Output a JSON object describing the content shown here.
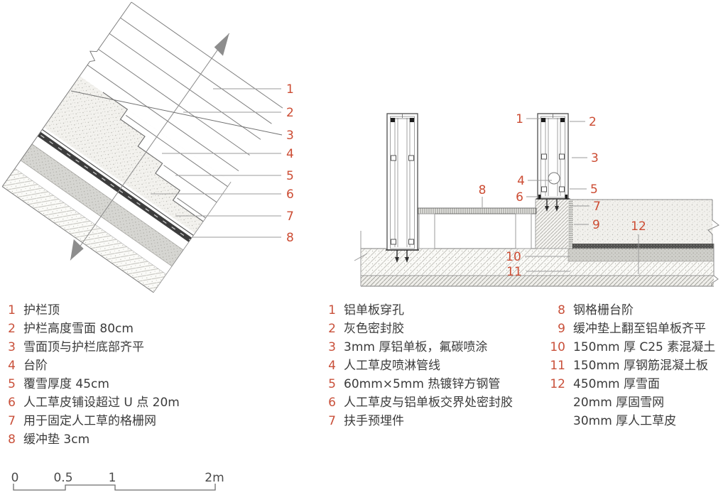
{
  "colors": {
    "accent": "#cc4c33",
    "drawing_line": "#8a8a8a",
    "text": "#3b3b3b"
  },
  "left_detail": {
    "callouts": [
      "1",
      "2",
      "3",
      "4",
      "5",
      "6",
      "7",
      "8"
    ]
  },
  "right_detail": {
    "callouts": [
      "1",
      "2",
      "3",
      "4",
      "5",
      "6",
      "7",
      "8",
      "9",
      "10",
      "11",
      "12"
    ]
  },
  "legend_columns": [
    {
      "items": [
        {
          "num": "1",
          "text": "护栏顶"
        },
        {
          "num": "2",
          "text": "护栏高度雪面 80cm"
        },
        {
          "num": "3",
          "text": "雪面顶与护栏底部齐平"
        },
        {
          "num": "4",
          "text": "台阶"
        },
        {
          "num": "5",
          "text": "覆雪厚度 45cm"
        },
        {
          "num": "6",
          "text": "人工草皮铺设超过 U 点 20m"
        },
        {
          "num": "7",
          "text": "用于固定人工草的格栅网"
        },
        {
          "num": "8",
          "text": "缓冲垫 3cm"
        }
      ]
    },
    {
      "items": [
        {
          "num": "1",
          "text": "铝单板穿孔"
        },
        {
          "num": "2",
          "text": "灰色密封胶"
        },
        {
          "num": "3",
          "text": "3mm 厚铝单板，氟碳喷涂"
        },
        {
          "num": "4",
          "text": "人工草皮喷淋管线"
        },
        {
          "num": "5",
          "text": "60mm×5mm 热镀锌方钢管"
        },
        {
          "num": "6",
          "text": "人工草皮与铝单板交界处密封胶"
        },
        {
          "num": "7",
          "text": "扶手预埋件"
        }
      ]
    },
    {
      "items": [
        {
          "num": "8",
          "text": "钢格栅台阶"
        },
        {
          "num": "9",
          "text": "缓冲垫上翻至铝单板齐平"
        },
        {
          "num": "10",
          "text": "150mm 厚 C25 素混凝土"
        },
        {
          "num": "11",
          "text": "150mm 厚钢筋混凝土板"
        },
        {
          "num": "12",
          "text": "450mm 厚雪面"
        },
        {
          "num": "",
          "text": "20mm 厚固雪网"
        },
        {
          "num": "",
          "text": "30mm 厚人工草皮"
        }
      ]
    }
  ],
  "scale_bar": {
    "ticks": [
      "0",
      "0.5",
      "1",
      "2m"
    ]
  }
}
